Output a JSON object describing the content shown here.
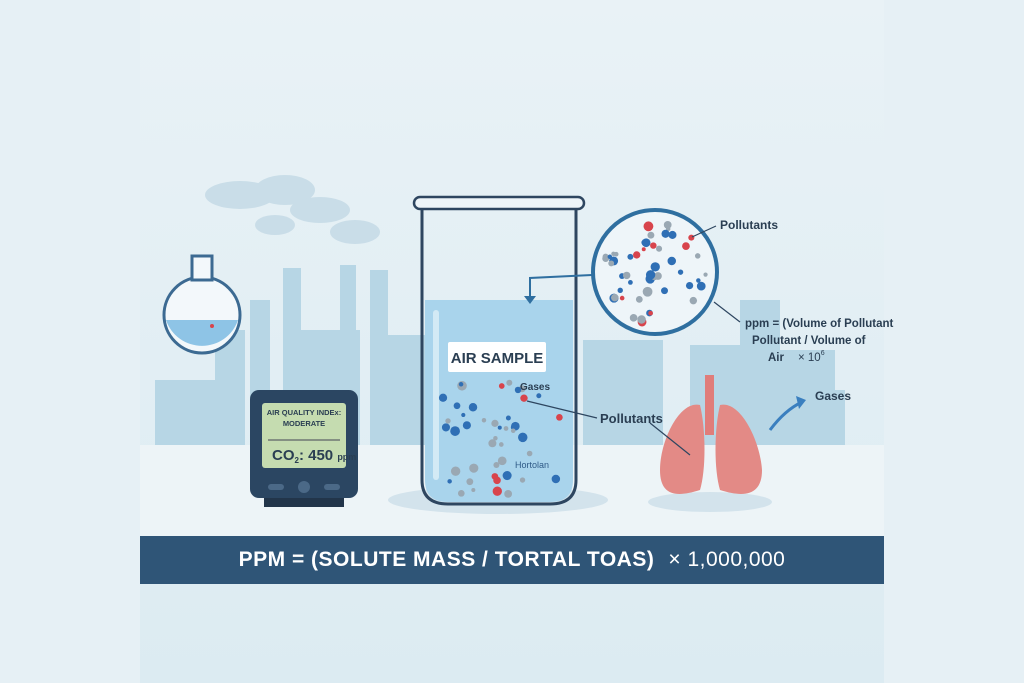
{
  "colors": {
    "background": "#e6f0f5",
    "banner": "#2f5577",
    "skyline": "#b7d6e5",
    "water": "#a9d4ec",
    "pollutant_red": "#d8444c",
    "particle_blue": "#2f6fb5",
    "particle_gray": "#9aa8b3",
    "lungs": "#e38a86"
  },
  "monitor": {
    "line1": "AIR QUALITY INDEx:",
    "line2": "MODERATE",
    "reading_prefix": "CO",
    "reading_sub": "2",
    "reading_value": ": 450 ",
    "reading_unit": "ppm"
  },
  "beaker": {
    "label": "AIR SAMPLE",
    "gases_label": "Gases",
    "inner_label": "Hortolan",
    "pollutants_label": "Pollutants"
  },
  "magnifier": {
    "pollutants_label": "Pollutants",
    "formula_line1": "ppm = (Volume of Pollutant",
    "formula_line2": "Pollutant / Volume of",
    "formula_line3_a": "Air",
    "formula_line3_b": "× 10",
    "formula_exp": "6"
  },
  "lungs": {
    "gases_label": "Gases"
  },
  "banner": {
    "formula": "PPM = (SOLUTE MASS / TORTAL TOAS)",
    "multiplier": "× 1,000,000"
  }
}
